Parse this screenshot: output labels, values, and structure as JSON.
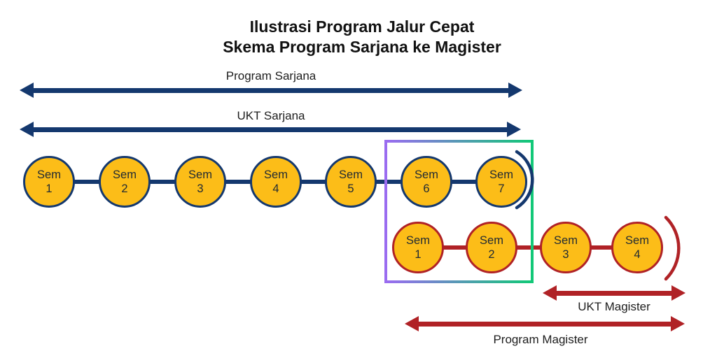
{
  "title": {
    "line1": "Ilustrasi Program Jalur Cepat",
    "line2": "Skema Program Sarjana ke Magister"
  },
  "arrows": {
    "program_sarjana": {
      "label": "Program Sarjana"
    },
    "ukt_sarjana": {
      "label": "UKT Sarjana"
    },
    "ukt_magister": {
      "label": "UKT Magister"
    },
    "program_magister": {
      "label": "Program Magister"
    }
  },
  "sarjana_row": {
    "circles": [
      {
        "line1": "Sem",
        "line2": "1"
      },
      {
        "line1": "Sem",
        "line2": "2"
      },
      {
        "line1": "Sem",
        "line2": "3"
      },
      {
        "line1": "Sem",
        "line2": "4"
      },
      {
        "line1": "Sem",
        "line2": "5"
      },
      {
        "line1": "Sem",
        "line2": "6"
      },
      {
        "line1": "Sem",
        "line2": "7"
      }
    ]
  },
  "magister_row": {
    "circles": [
      {
        "line1": "Sem",
        "line2": "1"
      },
      {
        "line1": "Sem",
        "line2": "2"
      },
      {
        "line1": "Sem",
        "line2": "3"
      },
      {
        "line1": "Sem",
        "line2": "4"
      }
    ]
  },
  "colors": {
    "navy": "#14386e",
    "red": "#b02226",
    "gold_fill": "#fcbd18",
    "fastbox_gradient_start": "#9a6cf0",
    "fastbox_gradient_end": "#12c878",
    "text": "#1d1d1d"
  }
}
